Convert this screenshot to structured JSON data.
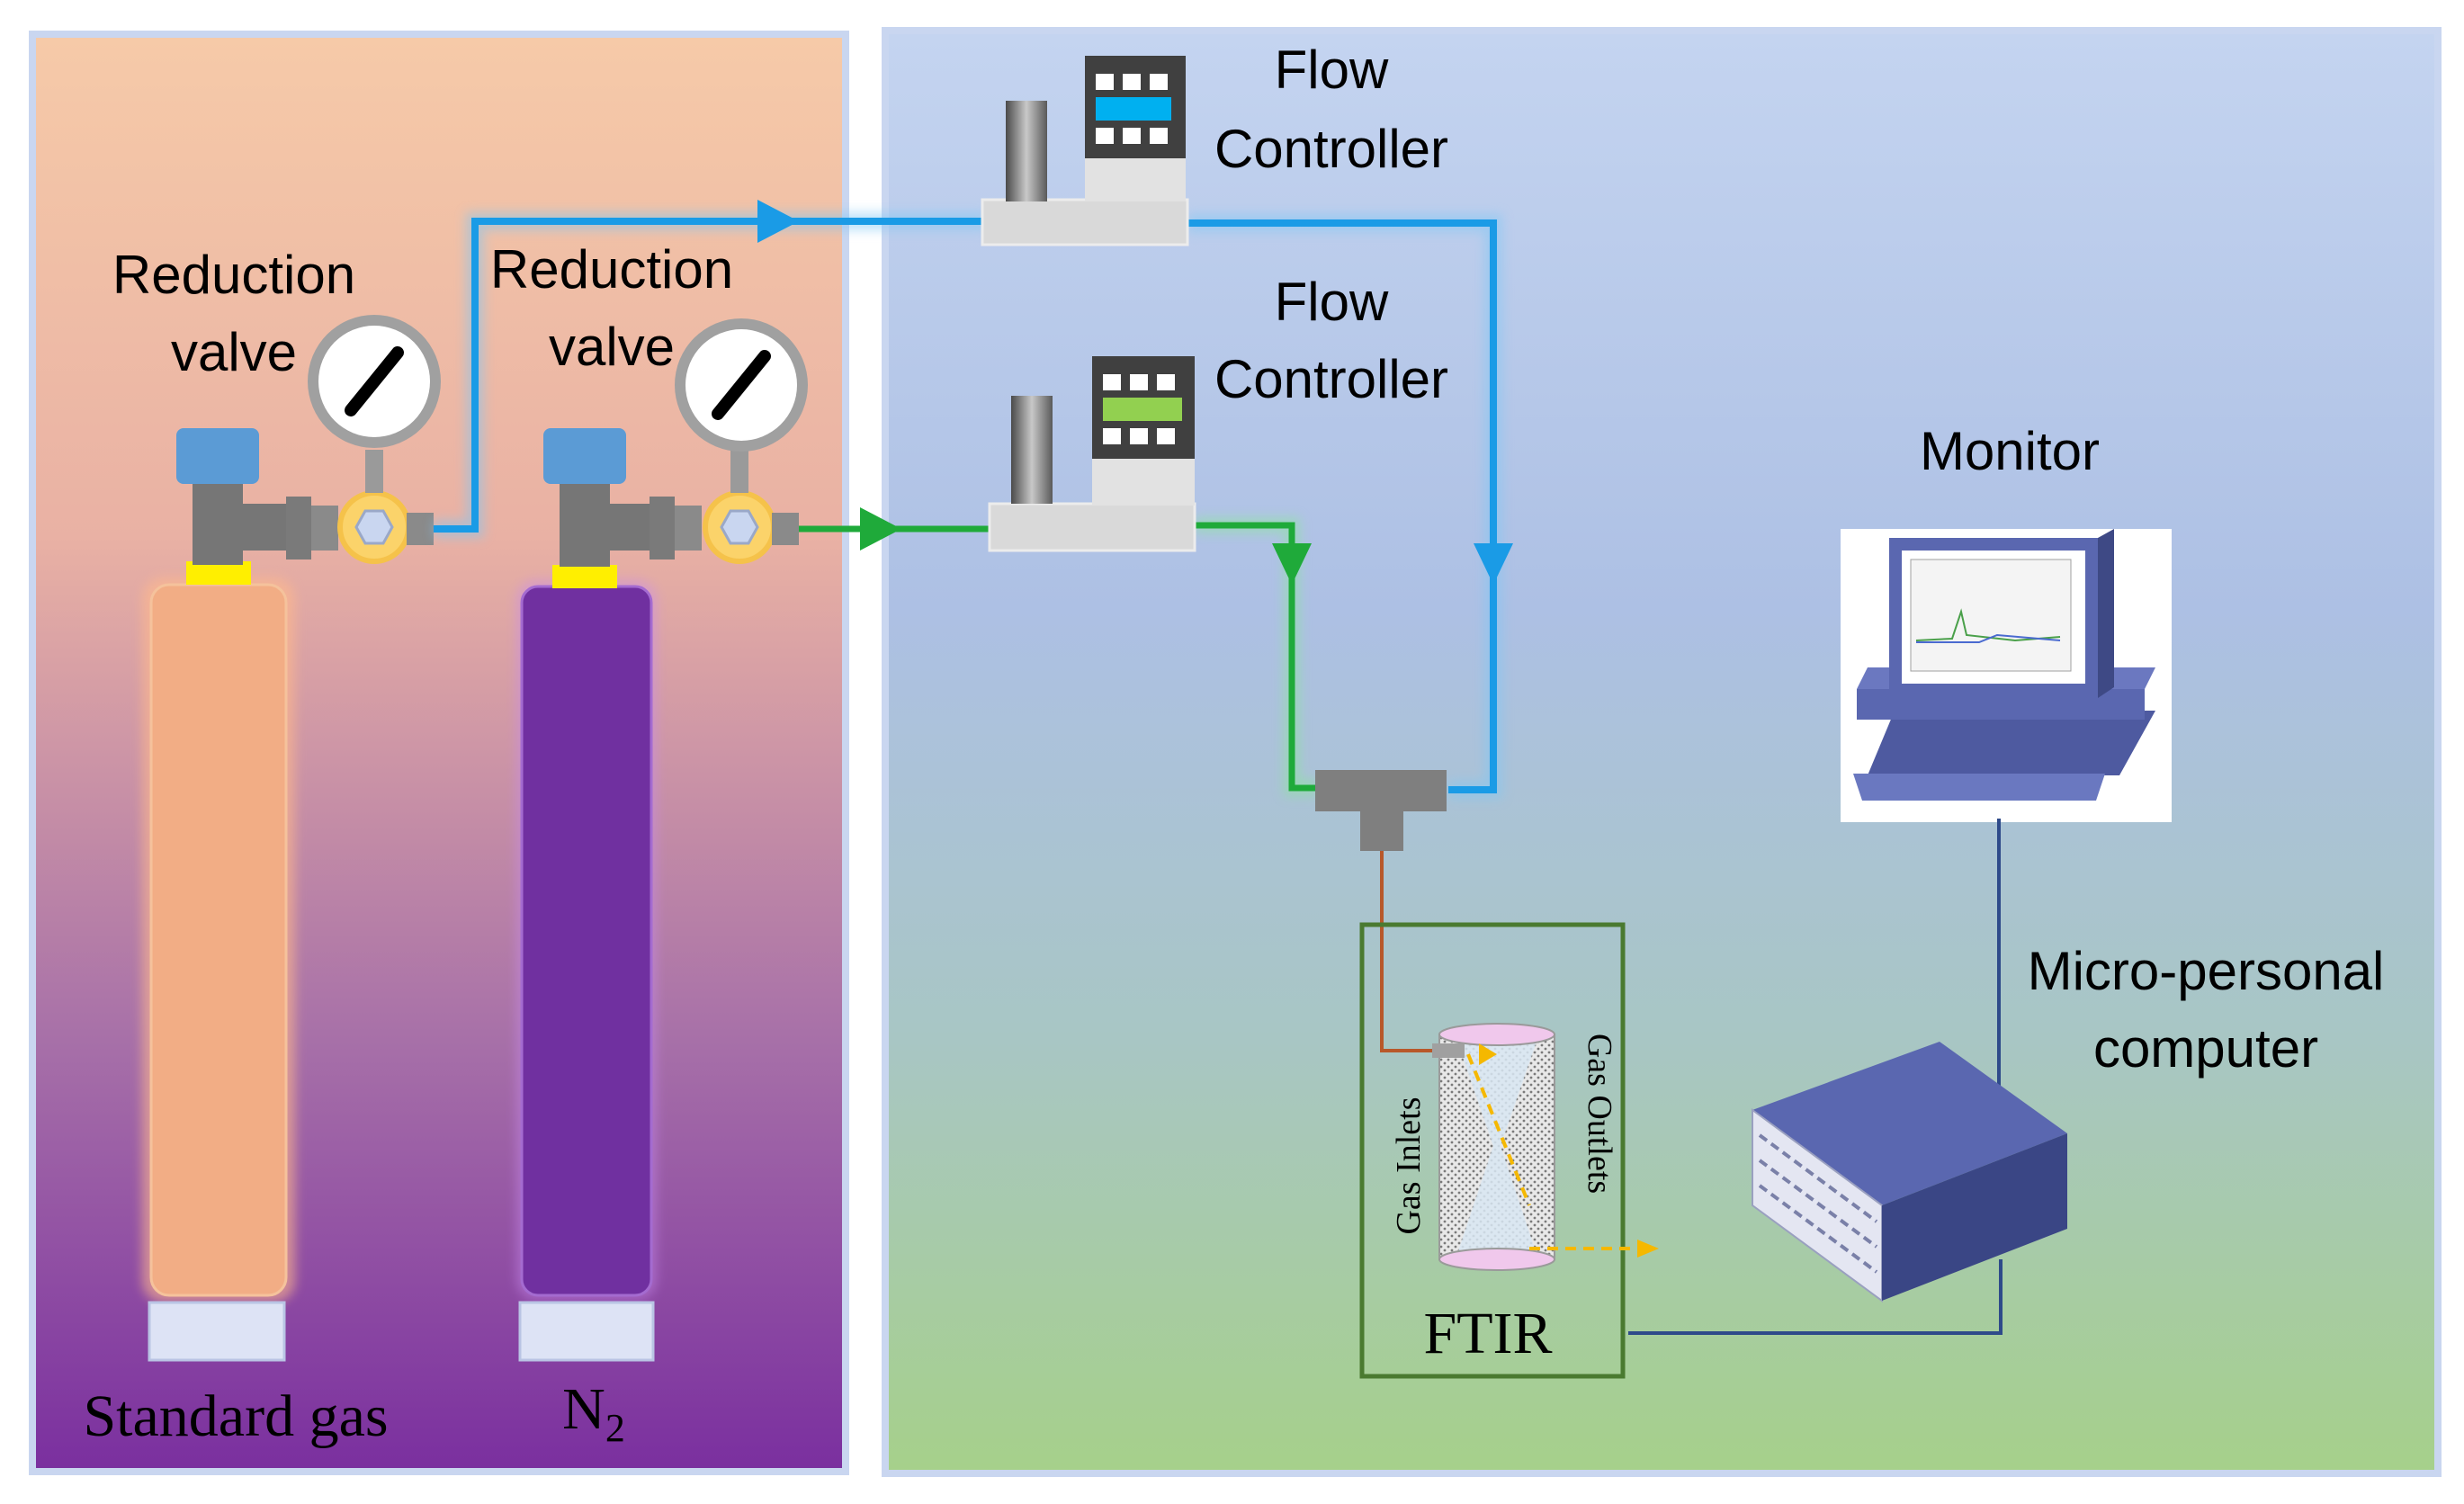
{
  "labels": {
    "flow_controller_1": [
      "Flow",
      "Controller"
    ],
    "flow_controller_2": [
      "Flow",
      "Controller"
    ],
    "reduction_valve_1": [
      "Reduction",
      "valve"
    ],
    "reduction_valve_2": [
      "Reduction",
      "valve"
    ],
    "monitor": "Monitor",
    "micro_pc": [
      "Micro-personal",
      "computer"
    ],
    "gas_inlets": "Gas Inlets",
    "gas_outlets": "Gas Outlets",
    "ftir": "FTIR",
    "standard_gas": "Standard gas",
    "n2_base": "N",
    "n2_sub": "2"
  },
  "colors": {
    "left_panel_top": "#f5c8a6",
    "left_panel_bottom": "#7a2f9f",
    "right_panel_top": "#b6c8ea",
    "right_panel_bottom": "#a8d08c",
    "blue_line": "#1a9be6",
    "green_line": "#1faa3a",
    "standard_gas_cylinder": "#f2ad85",
    "n2_cylinder": "#7030a0",
    "ftir_border": "#4a7a30",
    "cable": "#2e4a8a",
    "pc_body": "#4a5394"
  }
}
